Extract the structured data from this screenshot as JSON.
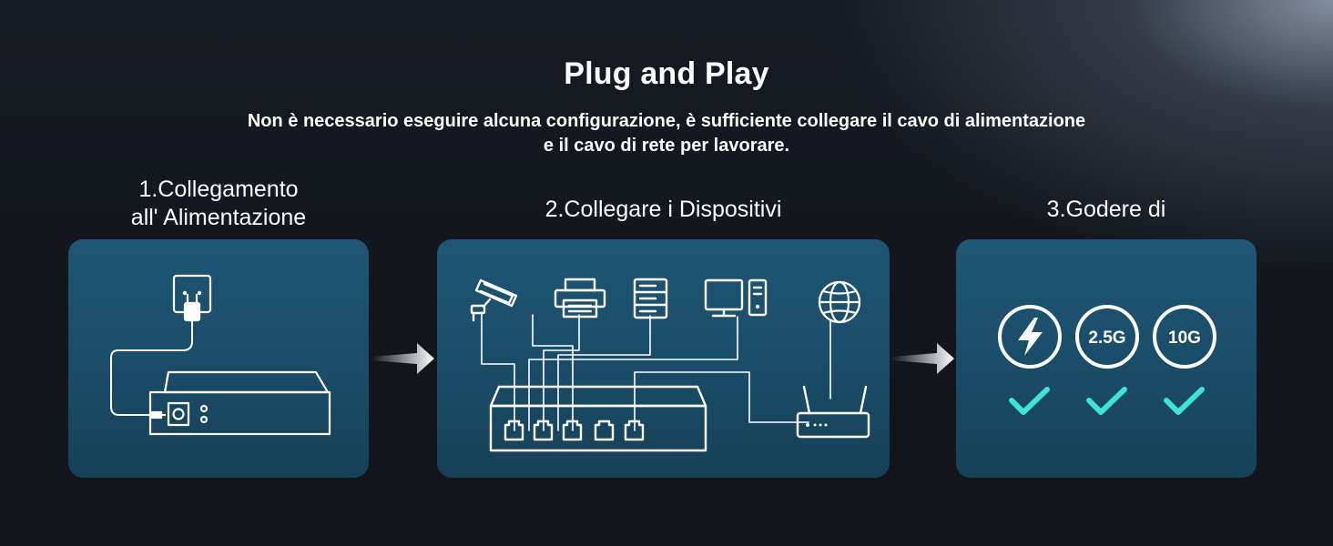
{
  "header": {
    "title": "Plug and Play",
    "subtitle_line1": "Non è necessario eseguire alcuna configurazione, è sufficiente collegare il cavo di alimentazione",
    "subtitle_line2": "e il cavo di rete per lavorare."
  },
  "steps": [
    {
      "label_line1": "1.Collegamento",
      "label_line2": "all' Alimentazione"
    },
    {
      "label": "2.Collegare i Dispositivi"
    },
    {
      "label": "3.Godere di"
    }
  ],
  "features": [
    {
      "icon": "lightning-icon"
    },
    {
      "text": "2.5G"
    },
    {
      "text": "10G"
    }
  ],
  "icons": {
    "step1": [
      "power-outlet-icon",
      "power-plug-icon",
      "switch-device-icon"
    ],
    "step2": [
      "security-camera-icon",
      "printer-icon",
      "server-icon",
      "desktop-computer-icon",
      "globe-icon",
      "router-icon",
      "switch-device-icon"
    ],
    "step3": [
      "lightning-icon",
      "checkmark-icon"
    ]
  },
  "colors": {
    "panel": "#1a4c67",
    "checkmark": "#3fe3d8",
    "text": "#ffffff"
  }
}
